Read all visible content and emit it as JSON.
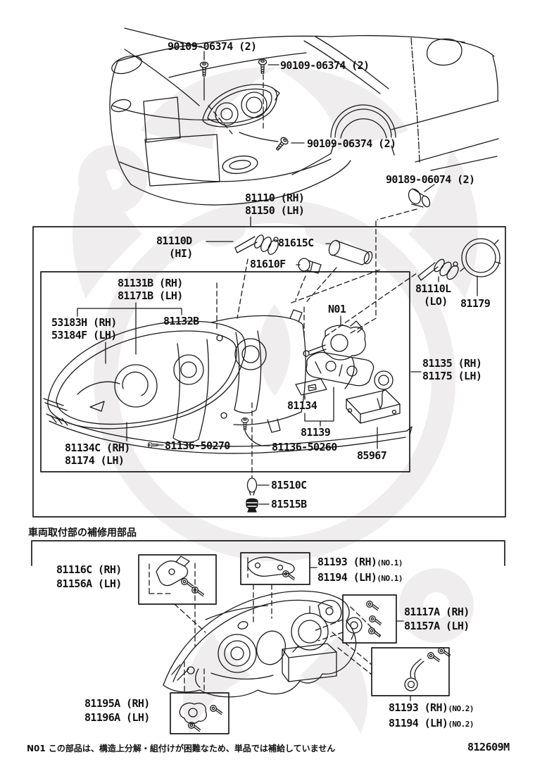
{
  "colors": {
    "line": "#1a1a1a",
    "watermark": "#efedee",
    "background": "#ffffff"
  },
  "top": {
    "screw1": "90109-06374 (2)",
    "screw2": "90109-06374 (2)",
    "screw3": "90109-06374 (2)",
    "clip": "90189-06074 (2)",
    "assy_rh": "81110 (RH)",
    "assy_lh": "81150 (LH)"
  },
  "box": {
    "hi_code": "81110D",
    "hi_sub": "(HI)",
    "socket": "81615C",
    "bulb_f": "81610F",
    "lo_code": "81110L",
    "lo_sub": "(LO)",
    "cover": "81179",
    "note_ref": "N01",
    "rim_rh": "81131B (RH)",
    "rim_lh": "81171B (LH)",
    "lens_rh": "53183H (RH)",
    "lens_lh": "53184F (LH)",
    "retainer": "81132B",
    "unit_rh": "81135 (RH)",
    "unit_lh": "81175 (LH)",
    "plate": "81134",
    "bracket": "81139",
    "screw_l": "81136-50270",
    "screw_r": "81136-50260",
    "ballast": "85967",
    "molding_rh": "81134C (RH)",
    "molding_lh": "81174 (LH)",
    "bulb_b": "81510C",
    "cap": "81515B"
  },
  "repair": {
    "header": "車両取付部の補修用部品",
    "b1_rh": "81116C (RH)",
    "b1_lh": "81156A (LH)",
    "b2_rh": "81193 (RH)",
    "b2_lh": "81194 (LH)",
    "b2_no": "(NO.1)",
    "b3_rh": "81117A (RH)",
    "b3_lh": "81157A (LH)",
    "b4_rh": "81195A (RH)",
    "b4_lh": "81196A (LH)",
    "b5_rh": "81193 (RH)",
    "b5_lh": "81194 (LH)",
    "b5_no": "(NO.2)"
  },
  "footer": {
    "note": "N01 この部品は、構造上分解・組付けが困難なため、単品では補給していません",
    "code": "812609M"
  }
}
